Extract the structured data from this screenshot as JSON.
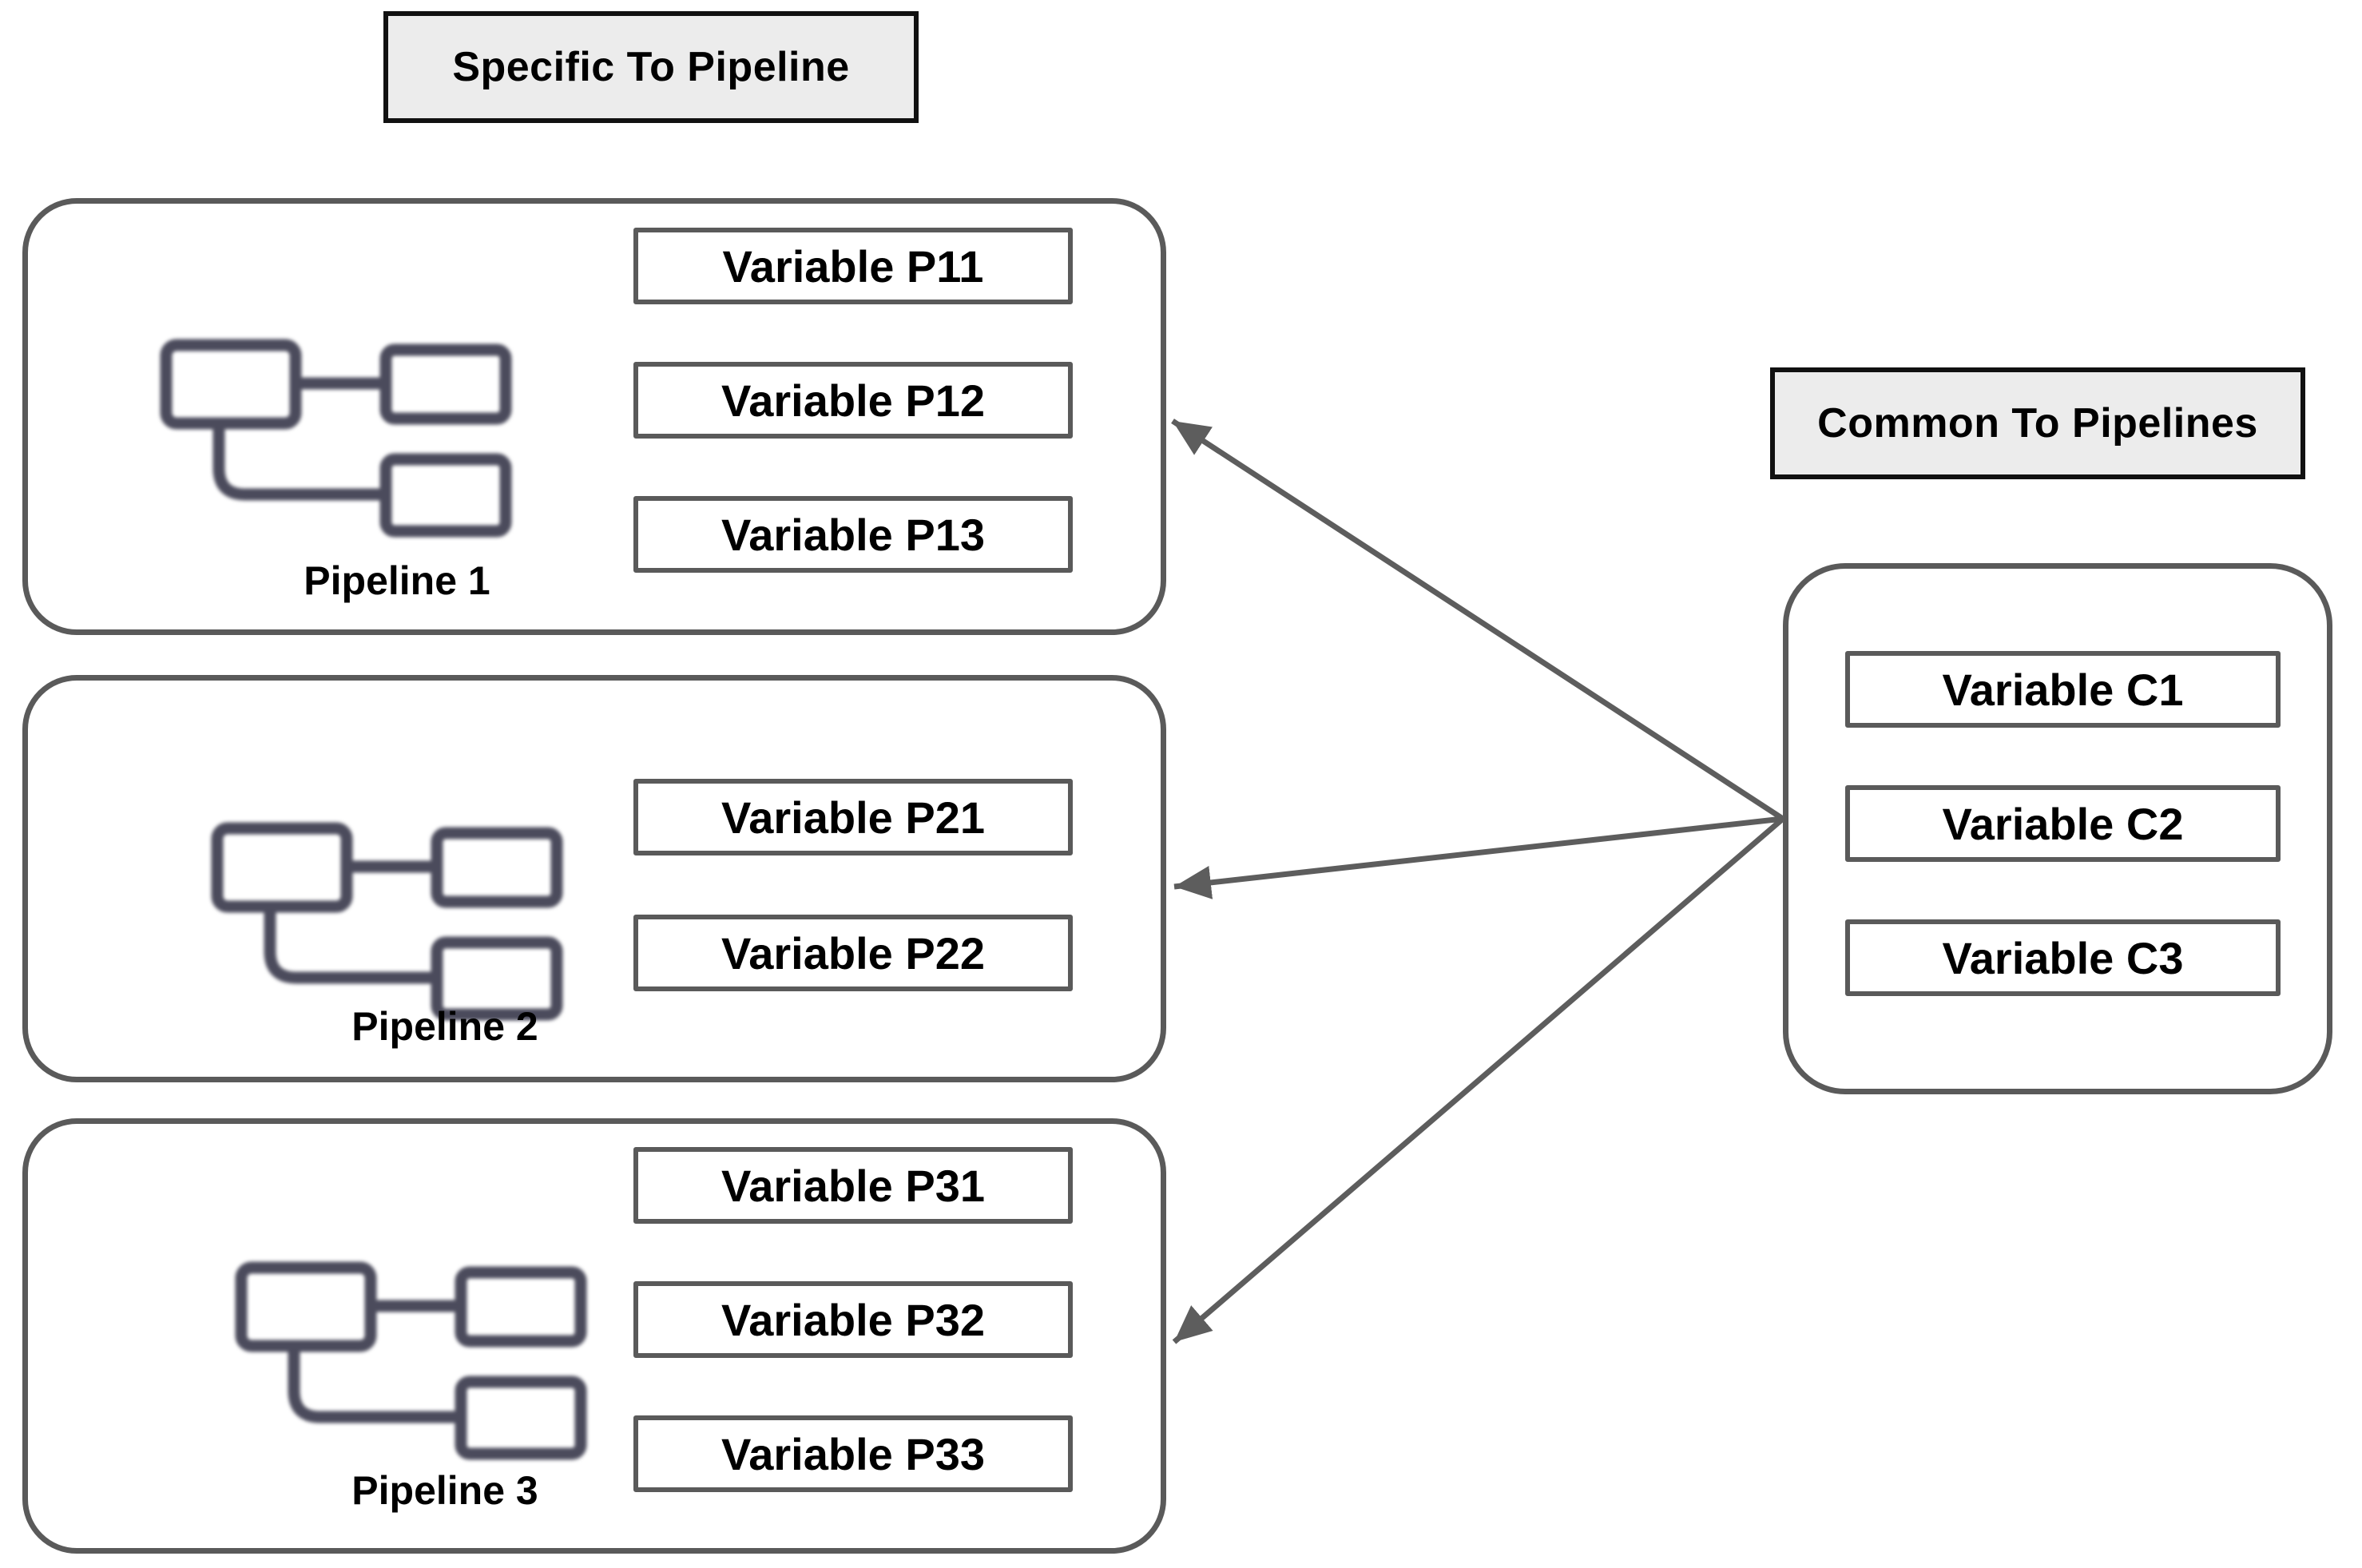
{
  "headers": {
    "specific": "Specific To Pipeline",
    "common": "Common To Pipelines"
  },
  "pipelines": [
    {
      "label": "Pipeline 1",
      "variables": [
        "Variable P11",
        "Variable P12",
        "Variable P13"
      ]
    },
    {
      "label": "Pipeline 2",
      "variables": [
        "Variable P21",
        "Variable P22"
      ]
    },
    {
      "label": "Pipeline 3",
      "variables": [
        "Variable P31",
        "Variable P32",
        "Variable P33"
      ]
    }
  ],
  "common_group": {
    "variables": [
      "Variable C1",
      "Variable C2",
      "Variable C3"
    ]
  },
  "colors": {
    "background": "#ffffff",
    "header_bg": "#ececec",
    "header_border": "#111111",
    "container_border": "#5a5a5a",
    "box_border": "#5a5a5a",
    "arrow": "#5d5d5d",
    "icon": "#4b4b5c",
    "text": "#000000"
  }
}
